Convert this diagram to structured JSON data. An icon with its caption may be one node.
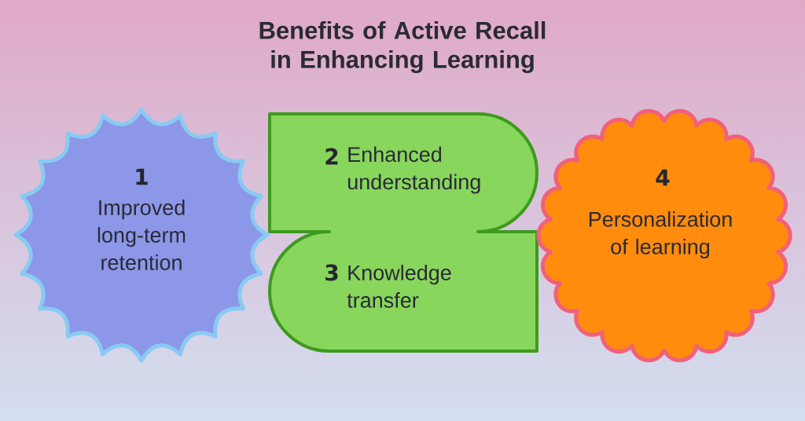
{
  "diagram": {
    "title": "Benefits of Active Recall in Enhancing Learning",
    "nodes": [
      {
        "text": [
          "1",
          "Improved long-term retention"
        ]
      },
      {
        "text": [
          "2",
          "Enhanced understanding",
          "3",
          "Knowledge transfer"
        ]
      },
      {
        "text": [
          "4",
          "Personalization of learning"
        ]
      }
    ]
  }
}
